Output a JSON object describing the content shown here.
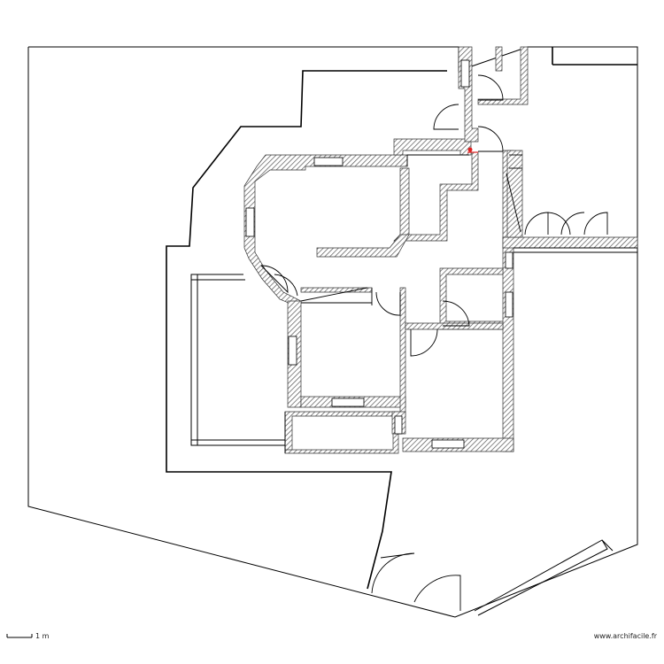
{
  "scale": {
    "label": "1 m"
  },
  "watermark": {
    "text": "www.archifacile.fr"
  },
  "colors": {
    "line": "#000000",
    "hatch": "#555555",
    "marker": "#e02020",
    "background": "#ffffff"
  },
  "icons": {
    "door": "door-swing-arc",
    "window": "window-frame"
  }
}
